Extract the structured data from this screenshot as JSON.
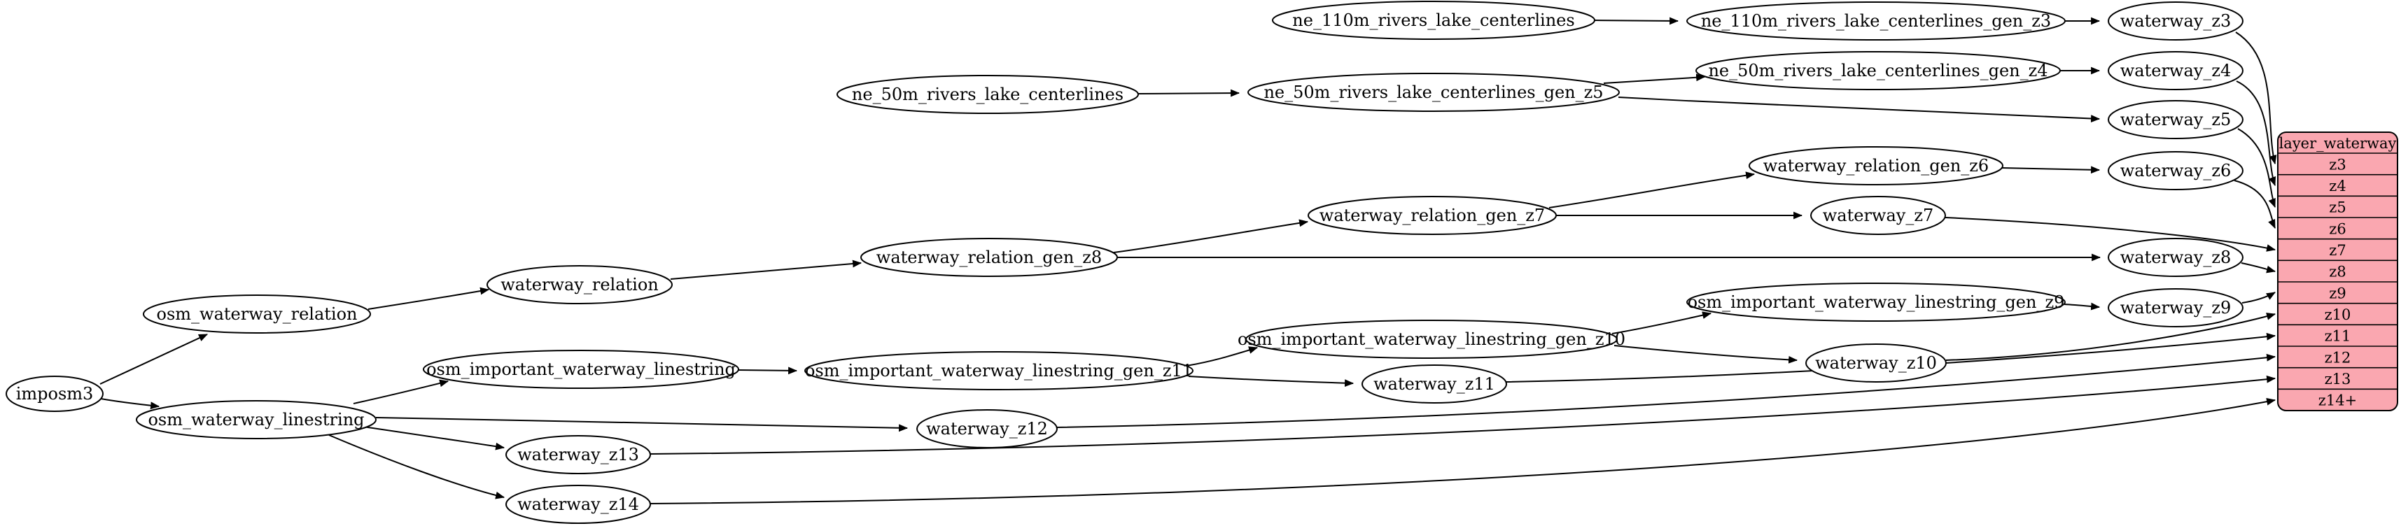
{
  "diagram": {
    "type": "graphviz-flow",
    "background": "#ffffff",
    "node_style": {
      "fill": "#ffffff",
      "stroke": "#000000",
      "text_color": "#000000"
    },
    "edge_style": {
      "color": "#000000"
    },
    "nodes": [
      {
        "id": "imposm3",
        "label": "imposm3"
      },
      {
        "id": "osm_waterway_relation",
        "label": "osm_waterway_relation"
      },
      {
        "id": "osm_waterway_linestring",
        "label": "osm_waterway_linestring"
      },
      {
        "id": "waterway_relation",
        "label": "waterway_relation"
      },
      {
        "id": "osm_important_waterway_linestring",
        "label": "osm_important_waterway_linestring"
      },
      {
        "id": "waterway_z13",
        "label": "waterway_z13"
      },
      {
        "id": "waterway_z14",
        "label": "waterway_z14"
      },
      {
        "id": "ne_50m_rivers_lake_centerlines",
        "label": "ne_50m_rivers_lake_centerlines"
      },
      {
        "id": "waterway_relation_gen_z8",
        "label": "waterway_relation_gen_z8"
      },
      {
        "id": "osm_important_waterway_linestring_gen_z11",
        "label": "osm_important_waterway_linestring_gen_z11"
      },
      {
        "id": "waterway_z12",
        "label": "waterway_z12"
      },
      {
        "id": "ne_110m_rivers_lake_centerlines",
        "label": "ne_110m_rivers_lake_centerlines"
      },
      {
        "id": "ne_50m_rivers_lake_centerlines_gen_z5",
        "label": "ne_50m_rivers_lake_centerlines_gen_z5"
      },
      {
        "id": "waterway_relation_gen_z7",
        "label": "waterway_relation_gen_z7"
      },
      {
        "id": "osm_important_waterway_linestring_gen_z10",
        "label": "osm_important_waterway_linestring_gen_z10"
      },
      {
        "id": "waterway_z11",
        "label": "waterway_z11"
      },
      {
        "id": "ne_110m_rivers_lake_centerlines_gen_z3",
        "label": "ne_110m_rivers_lake_centerlines_gen_z3"
      },
      {
        "id": "ne_50m_rivers_lake_centerlines_gen_z4",
        "label": "ne_50m_rivers_lake_centerlines_gen_z4"
      },
      {
        "id": "waterway_relation_gen_z6",
        "label": "waterway_relation_gen_z6"
      },
      {
        "id": "waterway_z7",
        "label": "waterway_z7"
      },
      {
        "id": "osm_important_waterway_linestring_gen_z9",
        "label": "osm_important_waterway_linestring_gen_z9"
      },
      {
        "id": "waterway_z10",
        "label": "waterway_z10"
      },
      {
        "id": "waterway_z3",
        "label": "waterway_z3"
      },
      {
        "id": "waterway_z4",
        "label": "waterway_z4"
      },
      {
        "id": "waterway_z5",
        "label": "waterway_z5"
      },
      {
        "id": "waterway_z6",
        "label": "waterway_z6"
      },
      {
        "id": "waterway_z8",
        "label": "waterway_z8"
      },
      {
        "id": "waterway_z9",
        "label": "waterway_z9"
      }
    ],
    "edges": [
      {
        "from": "imposm3",
        "to": "osm_waterway_relation"
      },
      {
        "from": "imposm3",
        "to": "osm_waterway_linestring"
      },
      {
        "from": "osm_waterway_relation",
        "to": "waterway_relation"
      },
      {
        "from": "waterway_relation",
        "to": "waterway_relation_gen_z8"
      },
      {
        "from": "waterway_relation_gen_z8",
        "to": "waterway_relation_gen_z7"
      },
      {
        "from": "waterway_relation_gen_z8",
        "to": "waterway_z8"
      },
      {
        "from": "waterway_relation_gen_z7",
        "to": "waterway_relation_gen_z6"
      },
      {
        "from": "waterway_relation_gen_z7",
        "to": "waterway_z7"
      },
      {
        "from": "waterway_relation_gen_z6",
        "to": "waterway_z6"
      },
      {
        "from": "ne_110m_rivers_lake_centerlines",
        "to": "ne_110m_rivers_lake_centerlines_gen_z3"
      },
      {
        "from": "ne_110m_rivers_lake_centerlines_gen_z3",
        "to": "waterway_z3"
      },
      {
        "from": "ne_50m_rivers_lake_centerlines",
        "to": "ne_50m_rivers_lake_centerlines_gen_z5"
      },
      {
        "from": "ne_50m_rivers_lake_centerlines_gen_z5",
        "to": "ne_50m_rivers_lake_centerlines_gen_z4"
      },
      {
        "from": "ne_50m_rivers_lake_centerlines_gen_z5",
        "to": "waterway_z5"
      },
      {
        "from": "ne_50m_rivers_lake_centerlines_gen_z4",
        "to": "waterway_z4"
      },
      {
        "from": "osm_waterway_linestring",
        "to": "osm_important_waterway_linestring"
      },
      {
        "from": "osm_waterway_linestring",
        "to": "waterway_z12"
      },
      {
        "from": "osm_waterway_linestring",
        "to": "waterway_z13"
      },
      {
        "from": "osm_waterway_linestring",
        "to": "waterway_z14"
      },
      {
        "from": "osm_important_waterway_linestring",
        "to": "osm_important_waterway_linestring_gen_z11"
      },
      {
        "from": "osm_important_waterway_linestring_gen_z11",
        "to": "osm_important_waterway_linestring_gen_z10"
      },
      {
        "from": "osm_important_waterway_linestring_gen_z11",
        "to": "waterway_z11"
      },
      {
        "from": "osm_important_waterway_linestring_gen_z10",
        "to": "osm_important_waterway_linestring_gen_z9"
      },
      {
        "from": "osm_important_waterway_linestring_gen_z10",
        "to": "waterway_z10"
      },
      {
        "from": "osm_important_waterway_linestring_gen_z9",
        "to": "waterway_z9"
      },
      {
        "from": "waterway_z3",
        "to": "layer_waterway.z3"
      },
      {
        "from": "waterway_z4",
        "to": "layer_waterway.z4"
      },
      {
        "from": "waterway_z5",
        "to": "layer_waterway.z5"
      },
      {
        "from": "waterway_z6",
        "to": "layer_waterway.z6"
      },
      {
        "from": "waterway_z7",
        "to": "layer_waterway.z7"
      },
      {
        "from": "waterway_z8",
        "to": "layer_waterway.z8"
      },
      {
        "from": "waterway_z9",
        "to": "layer_waterway.z9"
      },
      {
        "from": "waterway_z10",
        "to": "layer_waterway.z10"
      },
      {
        "from": "waterway_z11",
        "to": "layer_waterway.z11"
      },
      {
        "from": "waterway_z12",
        "to": "layer_waterway.z12"
      },
      {
        "from": "waterway_z13",
        "to": "layer_waterway.z13"
      },
      {
        "from": "waterway_z14",
        "to": "layer_waterway.z14+"
      }
    ],
    "table": {
      "id": "layer_waterway",
      "title": "layer_waterway",
      "rows": [
        "z3",
        "z4",
        "z5",
        "z6",
        "z7",
        "z8",
        "z9",
        "z10",
        "z11",
        "z12",
        "z13",
        "z14+"
      ],
      "fill": "#faa7b0",
      "stroke": "#000000"
    }
  }
}
